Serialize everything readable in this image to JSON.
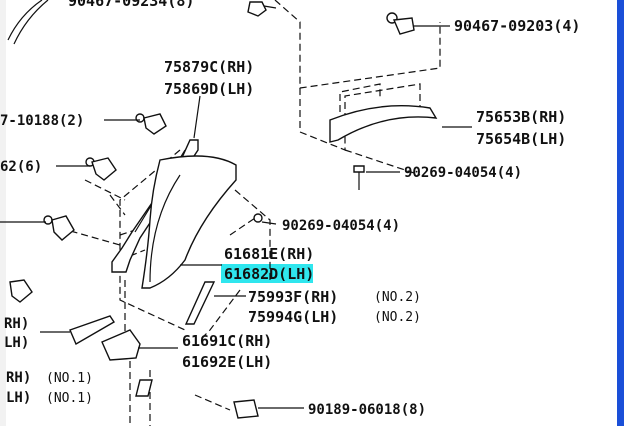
{
  "callouts": {
    "top_clip": "90467-09234(8)",
    "clip_right": "90467-09203(4)",
    "p75879c": "75879C(RH)",
    "p75869d": "75869D(LH)",
    "clip_10188": "7-10188(2)",
    "clip_62": "62(6)",
    "p75653b": "75653B(RH)",
    "p75654b": "75654B(LH)",
    "screw_upper": "90269-04054(4)",
    "screw_mid": "90269-04054(4)",
    "p61681e": "61681E(RH)",
    "p61682d": "61682D(LH)",
    "p75993f": "75993F(RH)",
    "p75994g": "75994G(LH)",
    "no2_a": "(NO.2)",
    "no2_b": "(NO.2)",
    "p61691c": "61691C(RH)",
    "p61692e": "61692E(LH)",
    "rh_left": "RH)",
    "lh_left": "LH)",
    "rh_no1": "RH)",
    "no1_a": "(NO.1)",
    "lh_no1": "LH)",
    "no1_b": "(NO.1)",
    "bolt_bottom": "90189-06018(8)"
  },
  "colors": {
    "highlight": "#2fe6ee",
    "line": "#111111",
    "right_frame": "#1a4fd8"
  },
  "highlighted_part": "61682D(LH)"
}
